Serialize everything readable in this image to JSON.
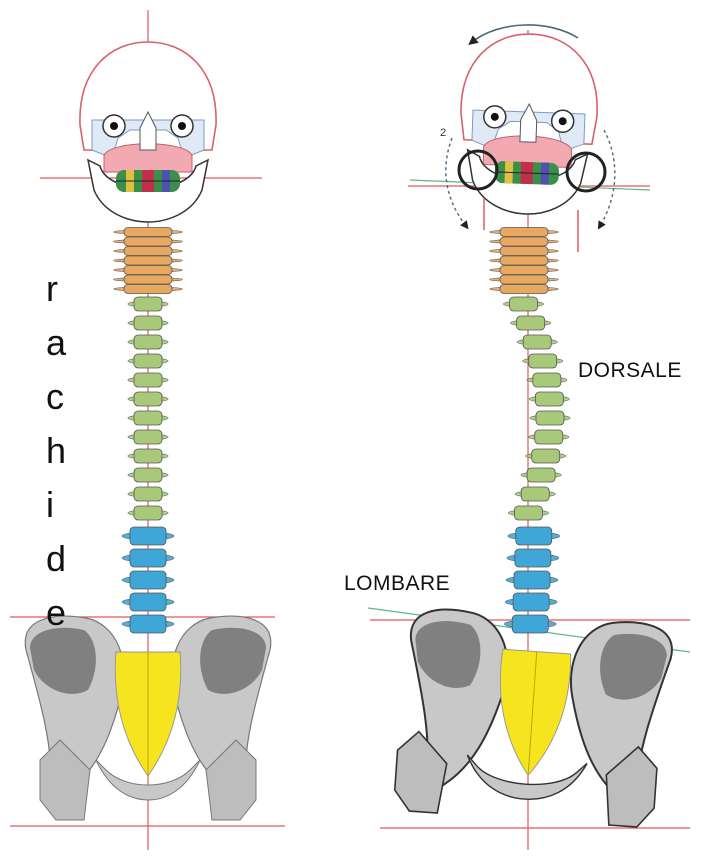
{
  "vertical_label": [
    "r",
    "a",
    "c",
    "h",
    "i",
    "d",
    "e"
  ],
  "labels": {
    "dorsale": "DORSALE",
    "lombare": "LOMBARE"
  },
  "colors": {
    "cervical": "#e8a860",
    "thoracic": "#a9c97a",
    "lumbar": "#3fa6d8",
    "sacrum": "#f6e51e",
    "pelvis_light": "#c8c8c8",
    "pelvis_dark": "#808080",
    "face": "#f2a9b2",
    "guide_line": "#e05a5a",
    "tilt_line": "#5fb58a"
  },
  "icons": [
    "rotation-arrow-icon",
    "joint-circle-icon"
  ]
}
